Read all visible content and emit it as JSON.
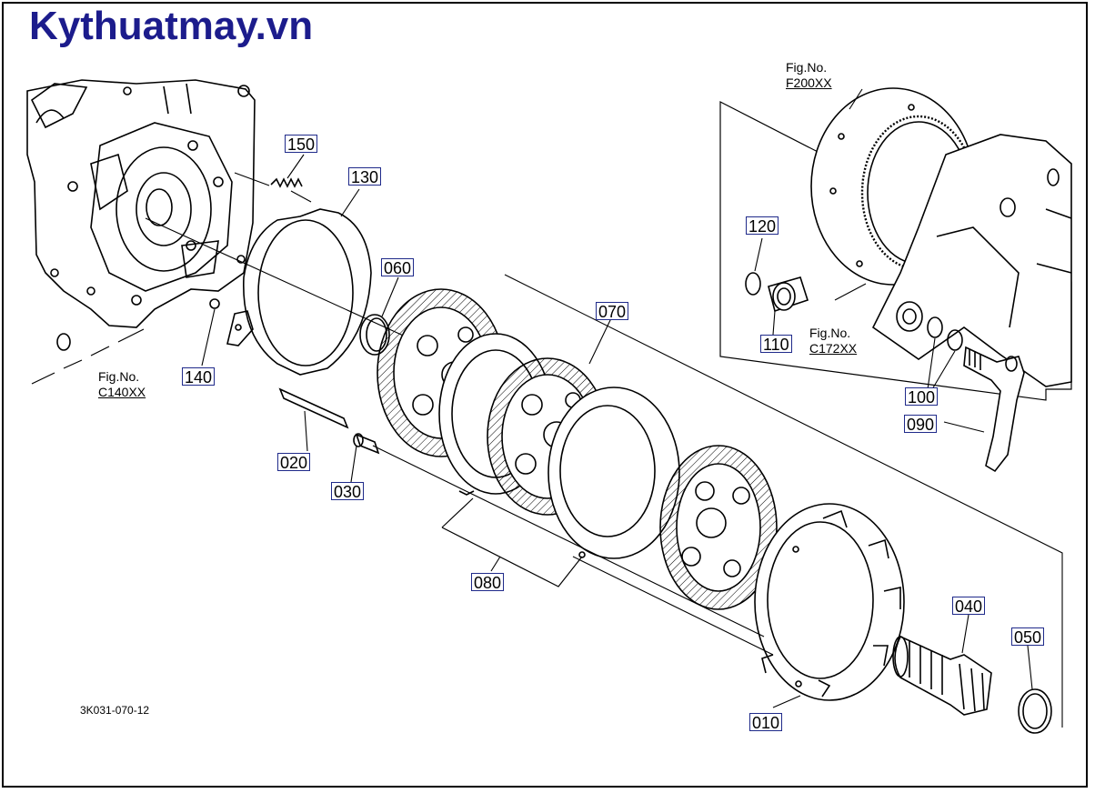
{
  "brand": "Kythuatmay.vn",
  "drawing_number": "3K031-070-12",
  "fig_refs": [
    {
      "id": "f200",
      "label": "Fig.No.",
      "code": "F200XX"
    },
    {
      "id": "c172",
      "label": "Fig.No.",
      "code": "C172XX"
    },
    {
      "id": "c140",
      "label": "Fig.No.",
      "code": "C140XX"
    }
  ],
  "part_labels": [
    {
      "id": "150",
      "text": "150"
    },
    {
      "id": "130",
      "text": "130"
    },
    {
      "id": "060",
      "text": "060"
    },
    {
      "id": "070",
      "text": "070"
    },
    {
      "id": "140",
      "text": "140"
    },
    {
      "id": "020",
      "text": "020"
    },
    {
      "id": "030",
      "text": "030"
    },
    {
      "id": "080",
      "text": "080"
    },
    {
      "id": "120",
      "text": "120"
    },
    {
      "id": "110",
      "text": "110"
    },
    {
      "id": "100",
      "text": "100"
    },
    {
      "id": "090",
      "text": "090"
    },
    {
      "id": "040",
      "text": "040"
    },
    {
      "id": "050",
      "text": "050"
    },
    {
      "id": "010",
      "text": "010"
    }
  ],
  "colors": {
    "label_border": "#1f2a8a",
    "brand": "#1c1c8c",
    "ink": "#000000"
  }
}
